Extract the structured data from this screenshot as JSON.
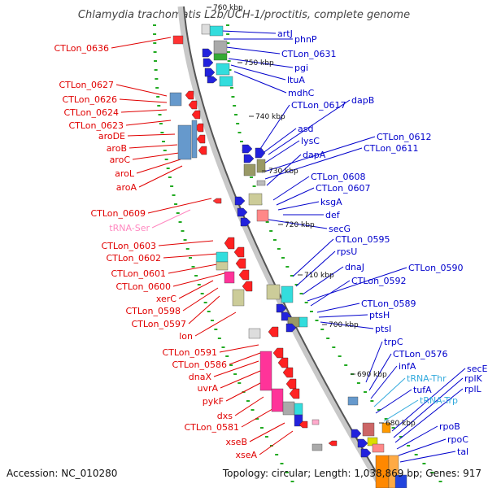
{
  "title": "Chlamydia trachomatis L2b/UCH-1/proctitis, complete genome",
  "footer": {
    "accession": "Accession: NC_010280",
    "topology": "Topology: circular; Length: 1,038,869 bp; Genes: 917"
  },
  "colors": {
    "left_label": "#e00000",
    "right_label": "#0000cc",
    "trna_left": "#ff88c0",
    "trna_right": "#33aadd",
    "dot_tick": "#22aa22",
    "backbone_light": "#c8c8c8",
    "backbone_dark": "#555555"
  },
  "kbp_ticks": [
    "760 kbp",
    "750 kbp",
    "740 kbp",
    "730 kbp",
    "720 kbp",
    "710 kbp",
    "700 kbp",
    "690 kbp",
    "680 kbp"
  ],
  "left_genes": [
    {
      "label": "CTLon_0636",
      "kind": "gene"
    },
    {
      "label": "CTLon_0627",
      "kind": "gene"
    },
    {
      "label": "CTLon_0626",
      "kind": "gene"
    },
    {
      "label": "CTLon_0624",
      "kind": "gene"
    },
    {
      "label": "CTLon_0623",
      "kind": "gene"
    },
    {
      "label": "aroDE",
      "kind": "gene"
    },
    {
      "label": "aroB",
      "kind": "gene"
    },
    {
      "label": "aroC",
      "kind": "gene"
    },
    {
      "label": "aroL",
      "kind": "gene"
    },
    {
      "label": "aroA",
      "kind": "gene"
    },
    {
      "label": "CTLon_0609",
      "kind": "gene"
    },
    {
      "label": "tRNA-Ser",
      "kind": "trna"
    },
    {
      "label": "CTLon_0603",
      "kind": "gene"
    },
    {
      "label": "CTLon_0602",
      "kind": "gene"
    },
    {
      "label": "CTLon_0601",
      "kind": "gene"
    },
    {
      "label": "CTLon_0600",
      "kind": "gene"
    },
    {
      "label": "xerC",
      "kind": "gene"
    },
    {
      "label": "CTLon_0598",
      "kind": "gene"
    },
    {
      "label": "CTLon_0597",
      "kind": "gene"
    },
    {
      "label": "lon",
      "kind": "gene"
    },
    {
      "label": "CTLon_0591",
      "kind": "gene"
    },
    {
      "label": "CTLon_0586",
      "kind": "gene"
    },
    {
      "label": "dnaX",
      "kind": "gene"
    },
    {
      "label": "uvrA",
      "kind": "gene"
    },
    {
      "label": "pykF",
      "kind": "gene"
    },
    {
      "label": "dxs",
      "kind": "gene"
    },
    {
      "label": "CTLon_0581",
      "kind": "gene"
    },
    {
      "label": "xseB",
      "kind": "gene"
    },
    {
      "label": "xseA",
      "kind": "gene"
    }
  ],
  "right_genes": [
    {
      "label": "artJ",
      "kind": "gene"
    },
    {
      "label": "phnP",
      "kind": "gene"
    },
    {
      "label": "CTLon_0631",
      "kind": "gene"
    },
    {
      "label": "pgi",
      "kind": "gene"
    },
    {
      "label": "ltuA",
      "kind": "gene"
    },
    {
      "label": "mdhC",
      "kind": "gene"
    },
    {
      "label": "CTLon_0617",
      "kind": "gene"
    },
    {
      "label": "dapB",
      "kind": "gene"
    },
    {
      "label": "asd",
      "kind": "gene"
    },
    {
      "label": "lysC",
      "kind": "gene"
    },
    {
      "label": "CTLon_0612",
      "kind": "gene"
    },
    {
      "label": "CTLon_0611",
      "kind": "gene"
    },
    {
      "label": "dapA",
      "kind": "gene"
    },
    {
      "label": "CTLon_0608",
      "kind": "gene"
    },
    {
      "label": "CTLon_0607",
      "kind": "gene"
    },
    {
      "label": "ksgA",
      "kind": "gene"
    },
    {
      "label": "def",
      "kind": "gene"
    },
    {
      "label": "secG",
      "kind": "gene"
    },
    {
      "label": "CTLon_0595",
      "kind": "gene"
    },
    {
      "label": "rpsU",
      "kind": "gene"
    },
    {
      "label": "dnaJ",
      "kind": "gene"
    },
    {
      "label": "CTLon_0590",
      "kind": "gene"
    },
    {
      "label": "CTLon_0592",
      "kind": "gene"
    },
    {
      "label": "CTLon_0589",
      "kind": "gene"
    },
    {
      "label": "ptsH",
      "kind": "gene"
    },
    {
      "label": "ptsI",
      "kind": "gene"
    },
    {
      "label": "trpC",
      "kind": "gene"
    },
    {
      "label": "CTLon_0576",
      "kind": "gene"
    },
    {
      "label": "infA",
      "kind": "gene"
    },
    {
      "label": "tRNA-Thr",
      "kind": "trna"
    },
    {
      "label": "tufA",
      "kind": "gene"
    },
    {
      "label": "tRNA-Trp",
      "kind": "trna"
    },
    {
      "label": "secE",
      "kind": "gene"
    },
    {
      "label": "rplK",
      "kind": "gene"
    },
    {
      "label": "rplL",
      "kind": "gene"
    },
    {
      "label": "rpoB",
      "kind": "gene"
    },
    {
      "label": "rpoC",
      "kind": "gene"
    },
    {
      "label": "tal",
      "kind": "gene"
    }
  ]
}
